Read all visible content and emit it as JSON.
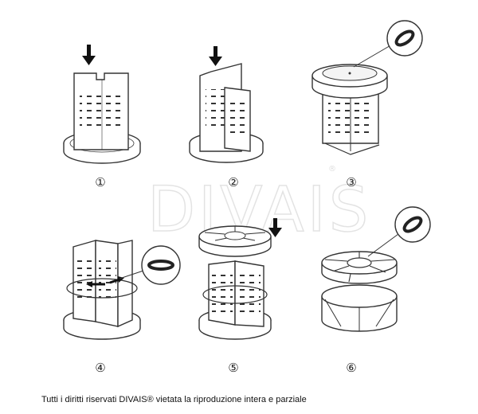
{
  "watermark": {
    "text": "DIVAIS",
    "registered_mark": "®"
  },
  "steps": [
    {
      "label": "①",
      "has_arrow": true,
      "has_callout": false
    },
    {
      "label": "②",
      "has_arrow": true,
      "has_callout": false
    },
    {
      "label": "③",
      "has_arrow": false,
      "has_callout": true
    },
    {
      "label": "④",
      "has_arrow": false,
      "has_callout": true,
      "callout_arrows": true
    },
    {
      "label": "⑤",
      "has_arrow": true,
      "has_callout": false
    },
    {
      "label": "⑥",
      "has_arrow": false,
      "has_callout": true
    }
  ],
  "footer": {
    "text": "Tutti i diritti riservati DIVAIS® vietata la riproduzione intera e parziale"
  },
  "colors": {
    "line": "#333333",
    "fill": "#ffffff",
    "shade": "#e6e6e6",
    "watermark": "#d9d9d9"
  }
}
